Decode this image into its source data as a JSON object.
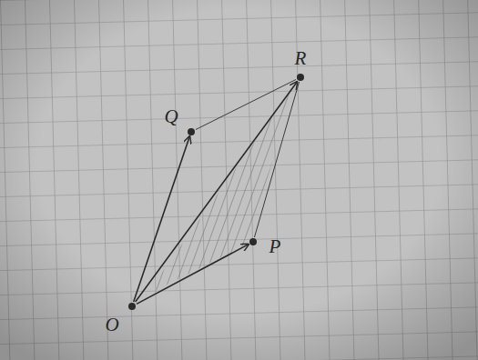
{
  "diagram": {
    "nodes": [
      {
        "text": [
          "O"
        ]
      },
      {
        "text": [
          "P"
        ]
      },
      {
        "text": [
          "Q"
        ]
      },
      {
        "text": [
          "R"
        ]
      }
    ],
    "edges": [
      {
        "from": 0,
        "to": 2,
        "arrow": "to"
      },
      {
        "from": 0,
        "to": 1,
        "arrow": "to"
      },
      {
        "from": 0,
        "to": 3,
        "arrow": "to"
      },
      {
        "from": 2,
        "to": 3,
        "arrow": "none"
      },
      {
        "from": 1,
        "to": 3,
        "arrow": "none"
      }
    ]
  }
}
